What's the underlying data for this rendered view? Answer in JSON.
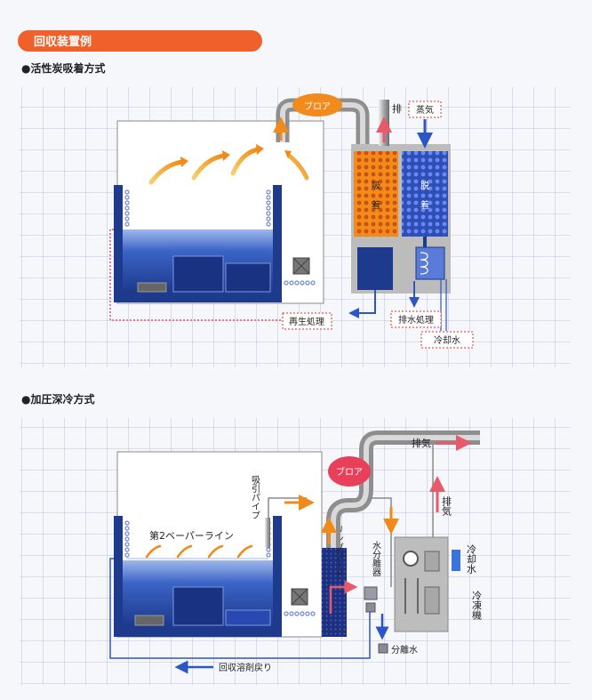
{
  "header": {
    "title": "回収装置例"
  },
  "section1": {
    "title": "●活性炭吸着方式",
    "blower": "ブロア",
    "exhaust": "排",
    "steam": "蒸気",
    "adsorb_1": "吸",
    "adsorb_2": "着",
    "desorb_1": "脱",
    "desorb_2": "着",
    "regen": "再生処理",
    "drain": "排水処理",
    "cooling": "冷却水"
  },
  "section2": {
    "title": "●加圧深冷方式",
    "blower": "ブロア",
    "exhaust_top": "排気",
    "exhaust_side": "排気",
    "suction_pipe": "吸引パイプ",
    "vapor_line": "第2ベーパーライン",
    "ring_hood": "リングフード",
    "separator": "水分離器",
    "cooling": "冷却水",
    "refrigerator": "冷凍機",
    "separated_water": "分離水",
    "return": "回収溶剤戻り"
  },
  "colors": {
    "accent": "#f0602a",
    "tank_blue": "#1e3a8c",
    "pipe_gray": "#9a9a9a",
    "grid": "#a9b2d3",
    "dotted_red": "#e03030"
  }
}
